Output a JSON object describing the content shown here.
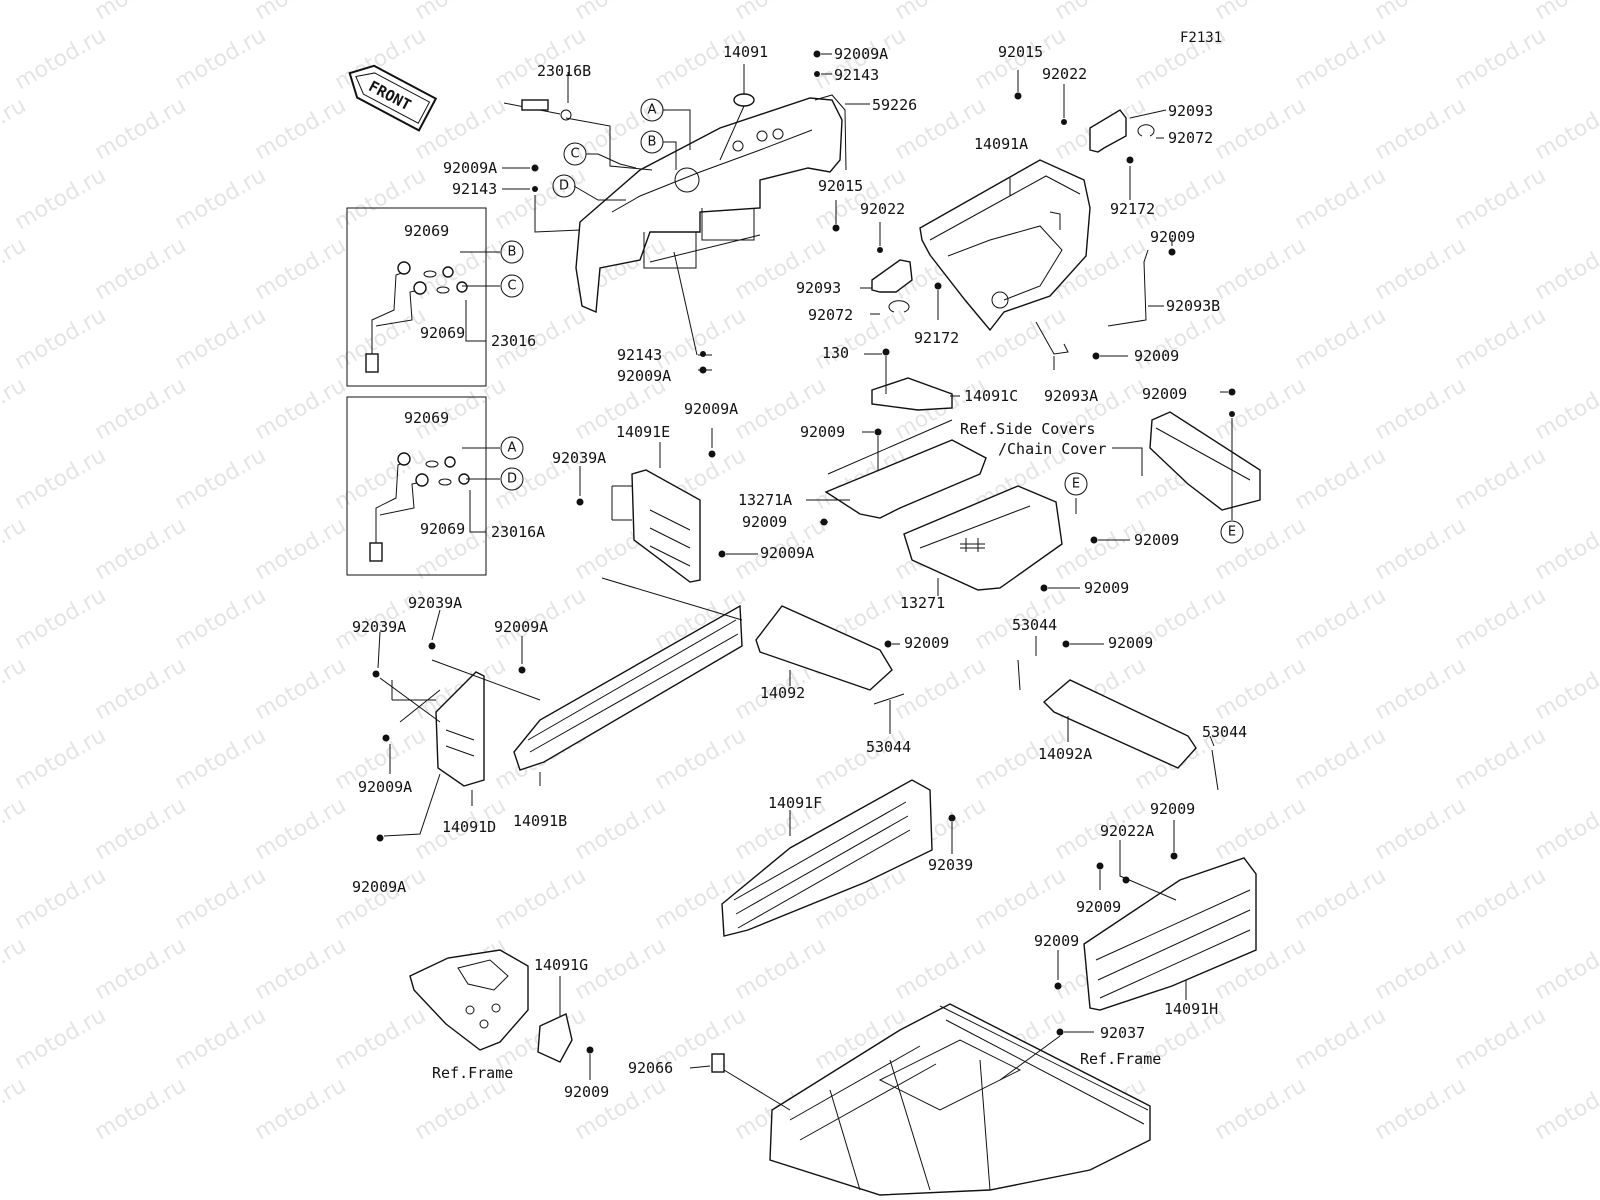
{
  "diagram_code": "F2131",
  "front_label": "FRONT",
  "watermark": "motod.ru",
  "colors": {
    "ink": "#111111",
    "watermark": "#cfcfcf",
    "background": "#ffffff"
  },
  "labels": {
    "p23016B": "23016B",
    "p14091": "14091",
    "p92009A_top": "92009A",
    "p92143_top": "92143",
    "p59226": "59226",
    "p92009A_left": "92009A",
    "p92143_left": "92143",
    "p92069_a": "92069",
    "p92069_b": "92069",
    "p23016": "23016",
    "p92143_bottom": "92143",
    "p92009A_bottom": "92009A",
    "p92069_c": "92069",
    "p92069_d": "92069",
    "p23016A": "23016A",
    "p92015_top": "92015",
    "p92022_top": "92022",
    "p92093_right": "92093",
    "p92072_right": "92072",
    "p92172_right": "92172",
    "p14091A": "14091A",
    "p92009_r1": "92009",
    "p92093B": "92093B",
    "p92009_r2": "92009",
    "p92093A": "92093A",
    "p92015_mid": "92015",
    "p92022_mid": "92022",
    "p92093_mid": "92093",
    "p92072_mid": "92072",
    "p92172_mid": "92172",
    "p130": "130",
    "p14091C": "14091C",
    "p92009_r3": "92009",
    "p92009_c1": "92009",
    "p13271A": "13271A",
    "p92009_c2": "92009",
    "p92009_r4": "92009",
    "p92009_r5": "92009",
    "p13271": "13271",
    "p92009A_e1": "92009A",
    "p92039A_e": "92039A",
    "p14091E": "14091E",
    "p92009A_e2": "92009A",
    "p92039A_l1": "92039A",
    "p92039A_l2": "92039A",
    "p92009A_l3": "92009A",
    "p92009A_l4": "92009A",
    "p14091D": "14091D",
    "p14091B": "14091B",
    "p92009A_l5": "92009A",
    "p14092": "14092",
    "p92009_m1": "92009",
    "p53044_m": "53044",
    "p53044_r1": "53044",
    "p92009_m2": "92009",
    "p53044_r2": "53044",
    "p14092A": "14092A",
    "p14091F": "14091F",
    "p92039": "92039",
    "p92009_h1": "92009",
    "p92022A": "92022A",
    "p92009_h2": "92009",
    "p92009_h3": "92009",
    "p14091H": "14091H",
    "p14091G": "14091G",
    "p92009_g": "92009",
    "p92066": "92066",
    "p92037": "92037"
  },
  "refs": {
    "side_covers_1": "Ref.Side Covers",
    "side_covers_2": "/Chain Cover",
    "frame_left": "Ref.Frame",
    "frame_right": "Ref.Frame"
  },
  "circles": {
    "A1": "A",
    "B1": "B",
    "C1": "C",
    "D1": "D",
    "B2": "B",
    "C2": "C",
    "A2": "A",
    "D2": "D",
    "E1": "E",
    "E2": "E"
  }
}
